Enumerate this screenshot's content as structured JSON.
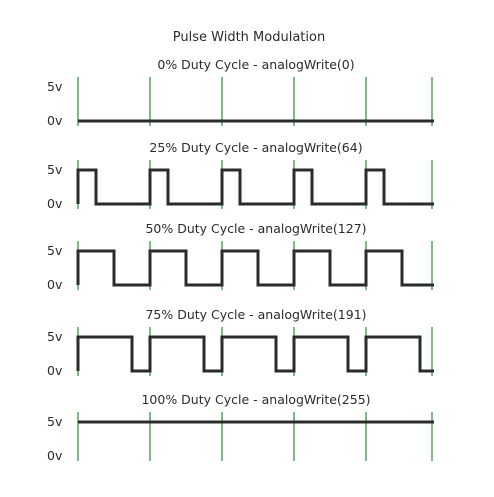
{
  "title": "Pulse Width Modulation",
  "colors": {
    "signal": "#2b2b2b",
    "period_marker": "#2e9a3e",
    "text": "#2b2b2b",
    "background": "#ffffff"
  },
  "level_labels": {
    "high": "5v",
    "low": "0v"
  },
  "panels": [
    {
      "title": "0% Duty Cycle - analogWrite(0)",
      "duty_cycle_percent": 0
    },
    {
      "title": "25% Duty Cycle - analogWrite(64)",
      "duty_cycle_percent": 25
    },
    {
      "title": "50% Duty Cycle - analogWrite(127)",
      "duty_cycle_percent": 50
    },
    {
      "title": "75% Duty Cycle - analogWrite(191)",
      "duty_cycle_percent": 75
    },
    {
      "title": "100% Duty Cycle - analogWrite(255)",
      "duty_cycle_percent": 100
    }
  ],
  "periods_shown": 5
}
